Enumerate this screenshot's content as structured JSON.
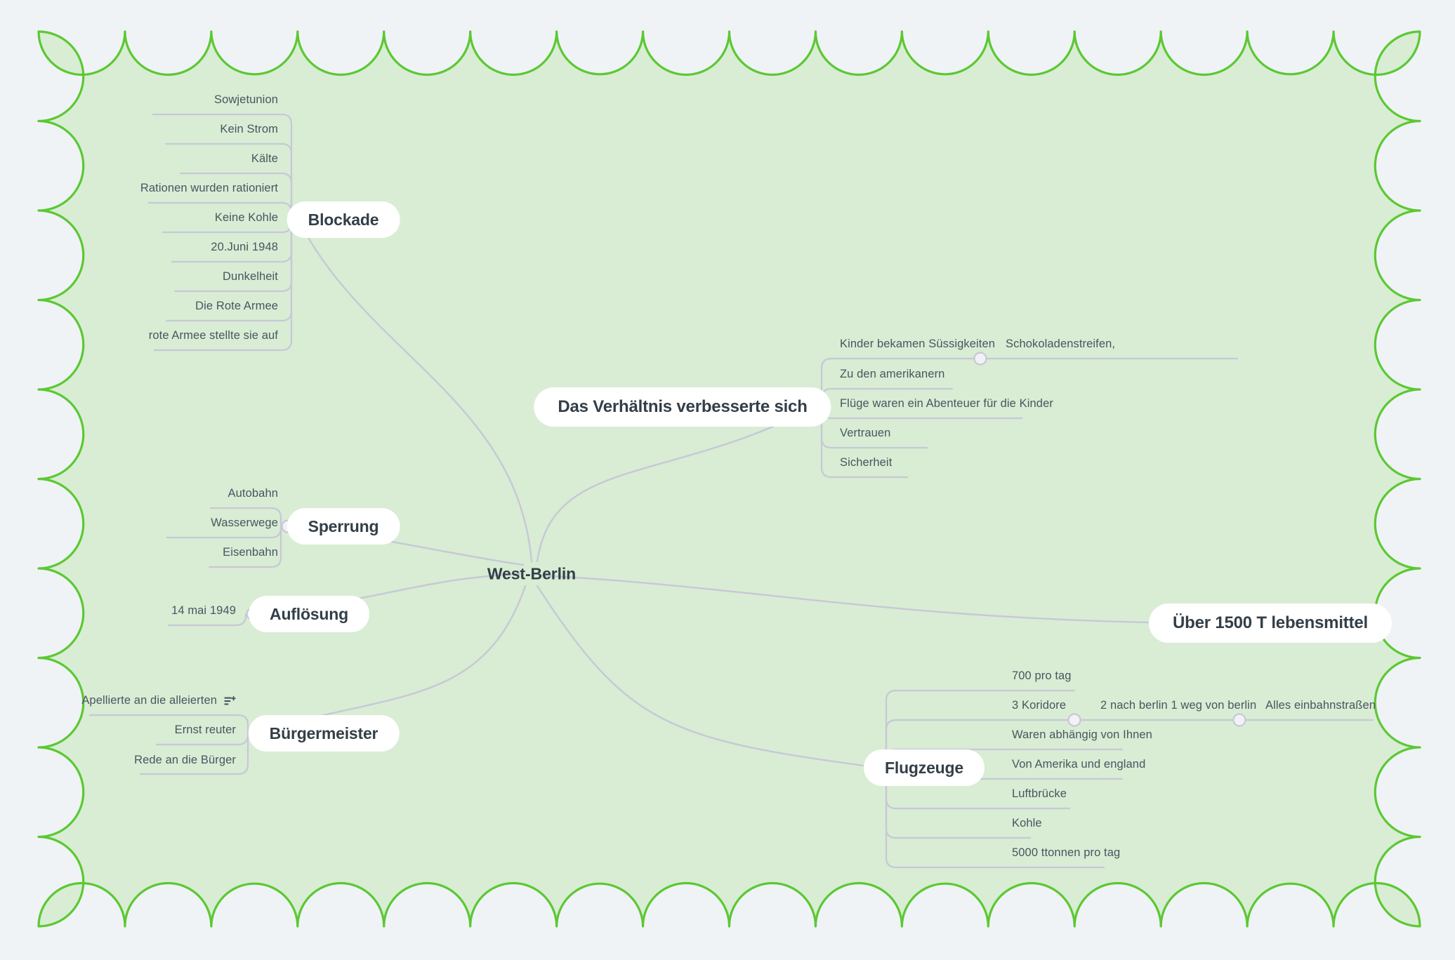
{
  "meta": {
    "background_color": "#eff3f6",
    "frame_fill": "#d8edd4",
    "frame_stroke": "#5cc832",
    "node_fill": "#ffffff",
    "node_text_color": "#333f48",
    "leaf_text_color": "#4a5560",
    "connector_color": "#c7c8d6"
  },
  "root": {
    "label": "West-Berlin"
  },
  "branches": [
    {
      "id": "blockade",
      "label": "Blockade",
      "side": "left",
      "children": [
        {
          "label": "Sowjetunion"
        },
        {
          "label": "Kein Strom"
        },
        {
          "label": "Kälte"
        },
        {
          "label": "Rationen wurden rationiert"
        },
        {
          "label": "Keine Kohle"
        },
        {
          "label": "20.Juni 1948"
        },
        {
          "label": "Dunkelheit"
        },
        {
          "label": "Die Rote Armee"
        },
        {
          "label": "rote Armee stellte sie auf"
        }
      ]
    },
    {
      "id": "verhaeltnis",
      "label": "Das Verhältnis verbesserte sich",
      "side": "right",
      "children": [
        {
          "label": "Kinder bekamen Süssigkeiten",
          "children": [
            {
              "label": "Schokoladenstreifen,"
            }
          ]
        },
        {
          "label": "Zu den amerikanern"
        },
        {
          "label": "Flüge waren ein Abenteuer für die Kinder"
        },
        {
          "label": "Vertrauen"
        },
        {
          "label": "Sicherheit"
        }
      ]
    },
    {
      "id": "sperrung",
      "label": "Sperrung",
      "side": "left",
      "children": [
        {
          "label": "Autobahn"
        },
        {
          "label": "Wasserwege"
        },
        {
          "label": "Eisenbahn"
        }
      ]
    },
    {
      "id": "aufloesung",
      "label": "Auflösung",
      "side": "left",
      "children": [
        {
          "label": "14 mai 1949"
        }
      ]
    },
    {
      "id": "buergermeister",
      "label": "Bürgermeister",
      "side": "left",
      "children": [
        {
          "label": "Apellierte an die alleierten",
          "icon": "add-note-icon"
        },
        {
          "label": "Ernst reuter"
        },
        {
          "label": "Rede an die Bürger"
        }
      ]
    },
    {
      "id": "lebensmittel",
      "label": "Über 1500 T lebensmittel",
      "side": "right",
      "children": []
    },
    {
      "id": "flugzeuge",
      "label": "Flugzeuge",
      "side": "right",
      "children": [
        {
          "label": "700 pro tag"
        },
        {
          "label": "3 Koridore",
          "children": [
            {
              "label": "2 nach berlin 1 weg von berlin",
              "children": [
                {
                  "label": "Alles einbahnstraßen"
                }
              ]
            }
          ]
        },
        {
          "label": "Waren abhängig von Ihnen"
        },
        {
          "label": "Von Amerika und england"
        },
        {
          "label": "Luftbrücke"
        },
        {
          "label": "Kohle"
        },
        {
          "label": "5000 ttonnen pro tag"
        }
      ]
    }
  ]
}
